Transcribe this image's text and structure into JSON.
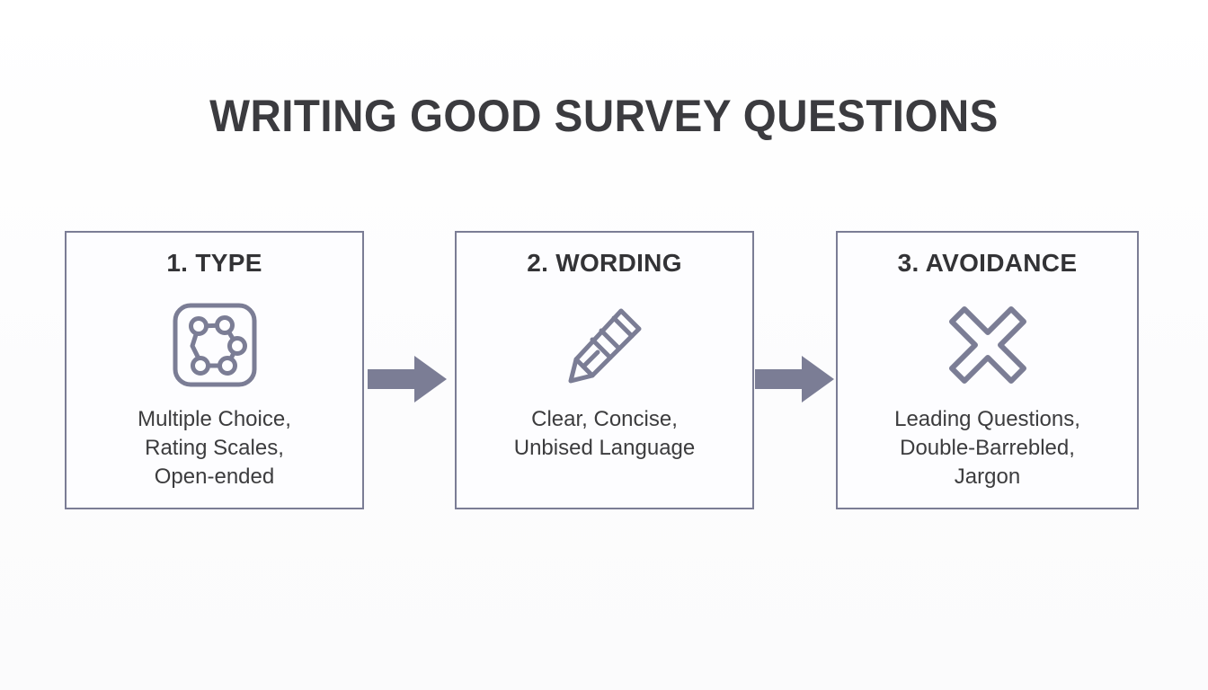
{
  "page": {
    "title": "WRITING GOOD SURVEY QUESTIONS",
    "background_color": "#fdfdfd",
    "title_color": "#3b3b3f",
    "accent_color": "#7b7d95",
    "body_text_color": "#3c3c3e"
  },
  "flow": {
    "steps": [
      {
        "heading": "1. TYPE",
        "icon": "network-nodes-icon",
        "description_lines": [
          "Multiple Choice,",
          "Rating Scales,",
          "Open-ended"
        ]
      },
      {
        "heading": "2. WORDING",
        "icon": "pencil-icon",
        "description_lines": [
          "Clear, Concise,",
          "Unbised Language"
        ]
      },
      {
        "heading": "3. AVOIDANCE",
        "icon": "cross-x-icon",
        "description_lines": [
          "Leading Questions,",
          "Double-Barrebled,",
          "Jargon"
        ]
      }
    ],
    "connectors": [
      {
        "icon": "arrow-right-icon",
        "from": "1. TYPE",
        "to": "2. WORDING"
      },
      {
        "icon": "arrow-right-icon",
        "from": "2. WORDING",
        "to": "3. AVOIDANCE"
      }
    ]
  }
}
